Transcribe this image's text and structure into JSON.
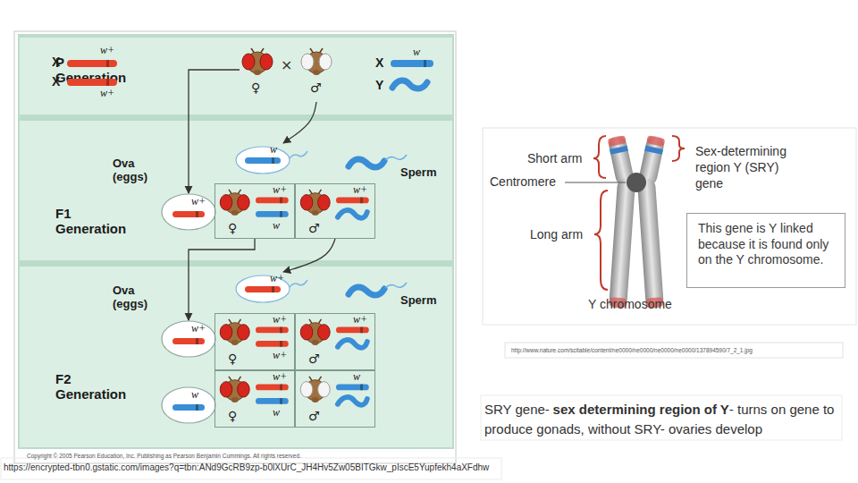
{
  "diagram": {
    "nodes": [
      {
        "text": [
          "P Generation"
        ]
      },
      {
        "text": [
          "♀"
        ],
        "in": 0
      },
      {
        "text": [
          "♂"
        ],
        "in": 0
      },
      {
        "text": [
          "F1 Generation"
        ]
      },
      {
        "text": [
          "w"
        ],
        "in": 3
      },
      {
        "text": [
          "w+"
        ],
        "in": 3
      },
      {
        "text": [
          "w+",
          "w",
          "♀"
        ],
        "in": 3
      },
      {
        "text": [
          "w+",
          "♂"
        ],
        "in": 3
      },
      {
        "text": [
          "F2 Generation"
        ]
      },
      {
        "text": [
          "w+"
        ],
        "in": 8
      },
      {
        "text": [
          "w+"
        ],
        "in": 8
      },
      {
        "text": [
          "w"
        ],
        "in": 8
      },
      {
        "text": [
          "w+",
          "w+",
          "♀"
        ],
        "in": 8
      },
      {
        "text": [
          "w+",
          "♂"
        ],
        "in": 8
      },
      {
        "text": [
          "w+",
          "w",
          "♀"
        ],
        "in": 8
      },
      {
        "text": [
          "w",
          "♂"
        ],
        "in": 8
      },
      {
        "text": [
          "This gene is Y linked because it is found only on the Y chromosome."
        ]
      }
    ],
    "edges": [
      {
        "from": 1,
        "to": 5,
        "arrow": "to"
      },
      {
        "from": 2,
        "to": 4,
        "arrow": "to"
      },
      {
        "from": 6,
        "to": 10,
        "arrow": "to"
      },
      {
        "from": 7,
        "to": 9,
        "arrow": "to"
      }
    ],
    "labels": [
      "X",
      "X",
      "w+",
      "w+",
      "×",
      "X",
      "Y",
      "w",
      "Ova (eggs)",
      "Sperm",
      "Ova (eggs)",
      "Sperm",
      "Copyright © 2005 Pearson Education, Inc. Publishing as Pearson Benjamin Cummings. All rights reserved.",
      "Short arm",
      "Centromere",
      "Long arm",
      "Sex-determining region Y (SRY) gene",
      "Y chromosome",
      "http://www.nature.com/scitable/content/ne0000/ne0000/ne0000/ne0000/137894590/7_2_1.jpg",
      "SRY gene-",
      "sex determining region of Y",
      "- turns on gene to produce gonads, without SRY- ovaries develop",
      "https://encrypted-tbn0.gstatic.com/images?q=tbn:ANd9GcRB9zp-b0lXUrC_JH4Hv5Zw05BITGkw_pIscE5Yupfekh4aXFdhw"
    ]
  }
}
